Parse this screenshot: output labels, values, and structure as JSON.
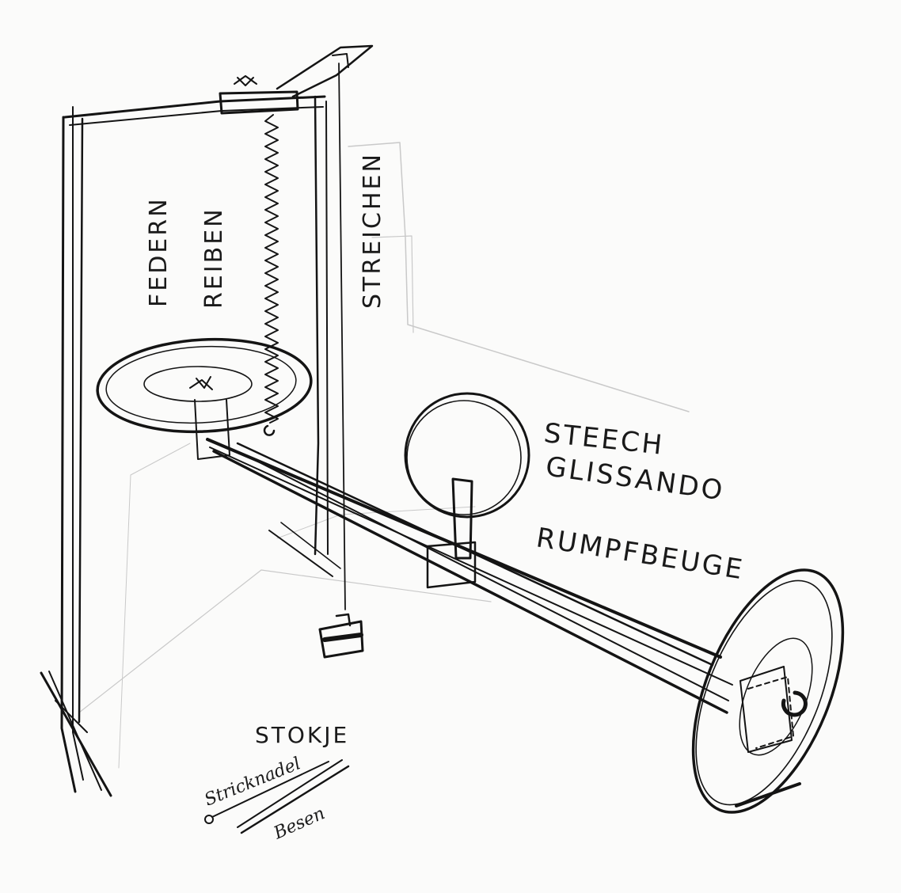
{
  "labels": {
    "federn": "FEDERN",
    "reiben": "REIBEN",
    "streichen": "STREICHEN",
    "steech": "STEECH",
    "glissando": "GLISSANDO",
    "rumpfbeuge": "RUMPFBEUGE",
    "stokje": "STOKJE",
    "stricknadel": "Stricknadel",
    "besen": "Besen"
  },
  "colors": {
    "ink": "#141414",
    "paper": "#fbfbfa",
    "pencil": "#c9c9c9"
  }
}
